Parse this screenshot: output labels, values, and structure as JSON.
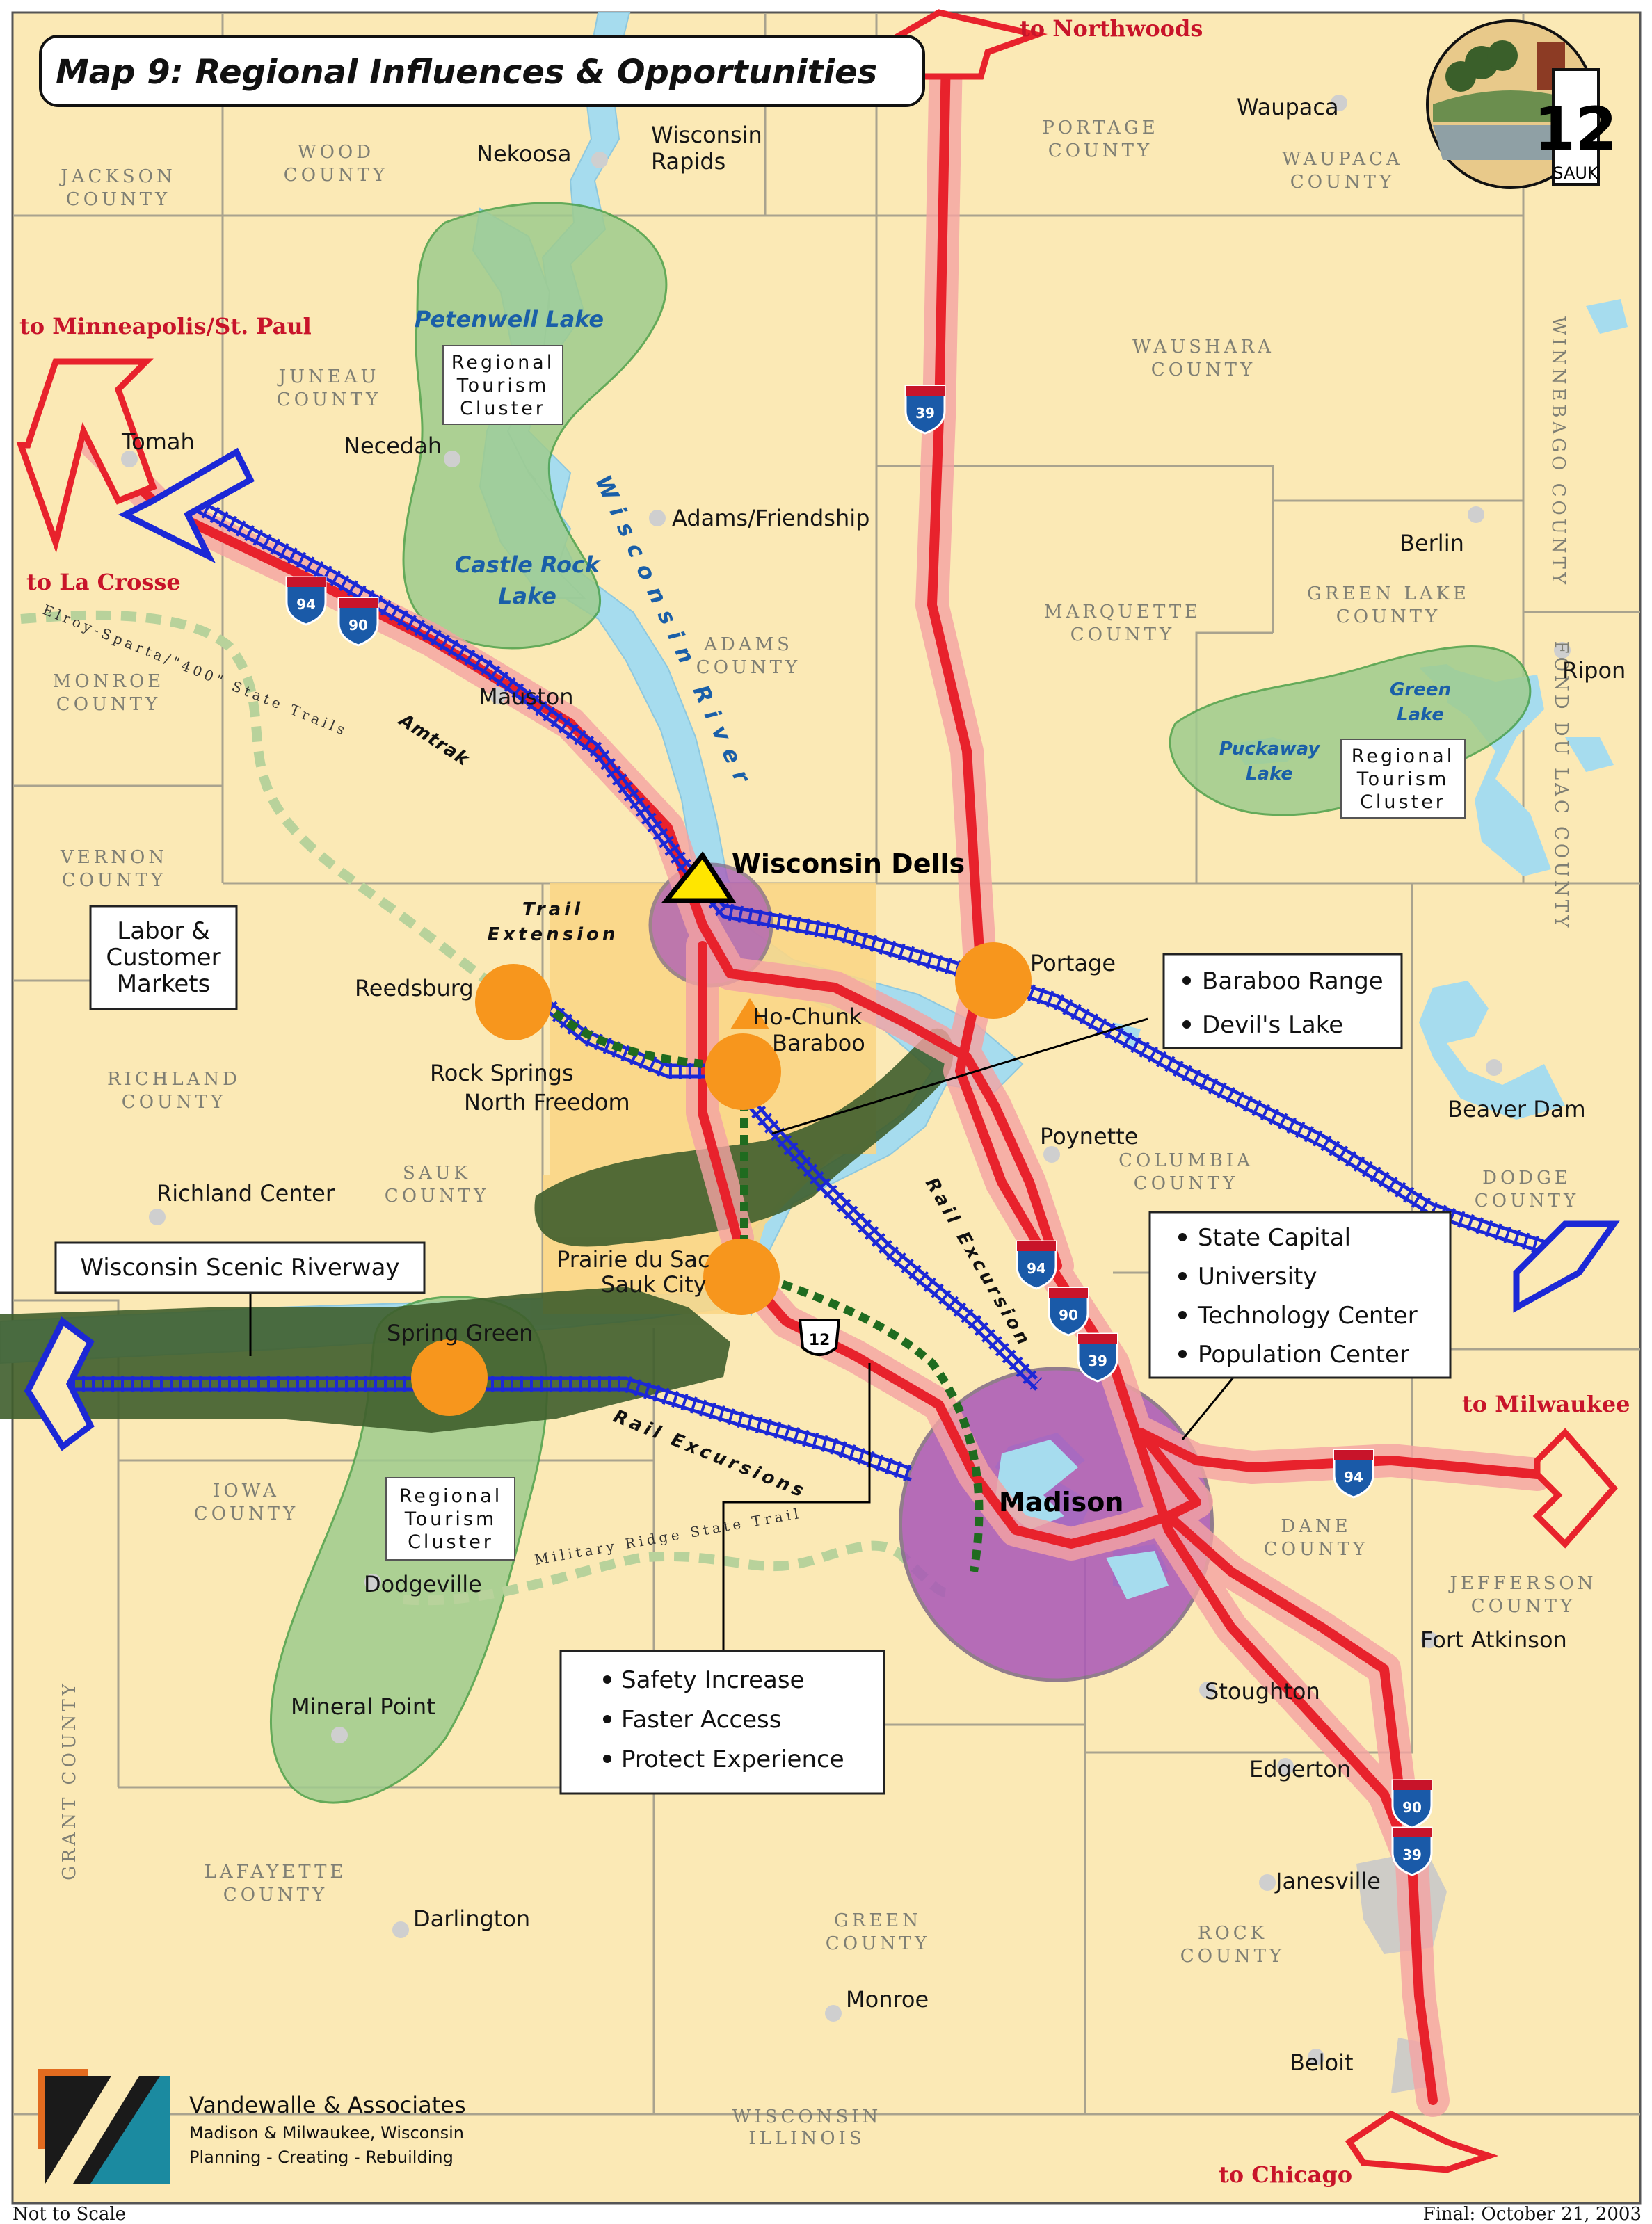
{
  "title": "Map 9: Regional Influences & Opportunities",
  "logo": {
    "number": "12",
    "label": "SAUK"
  },
  "destinations": {
    "northwoods": "to Northwoods",
    "minneapolis": "to Minneapolis/St. Paul",
    "lacrosse": "to La Crosse",
    "milwaukee": "to Milwaukee",
    "chicago": "to Chicago"
  },
  "counties": {
    "jackson": [
      "JACKSON",
      "COUNTY"
    ],
    "wood": [
      "WOOD",
      "COUNTY"
    ],
    "portage": [
      "PORTAGE",
      "COUNTY"
    ],
    "waupaca": [
      "WAUPACA",
      "COUNTY"
    ],
    "juneau": [
      "JUNEAU",
      "COUNTY"
    ],
    "waushara": [
      "WAUSHARA",
      "COUNTY"
    ],
    "winnebago": "WINNEBAGO COUNTY",
    "monroe": [
      "MONROE",
      "COUNTY"
    ],
    "adams": [
      "ADAMS",
      "COUNTY"
    ],
    "marquette": [
      "MARQUETTE",
      "COUNTY"
    ],
    "greenlake": [
      "GREEN LAKE",
      "COUNTY"
    ],
    "fonddulac": "FOND DU LAC COUNTY",
    "vernon": [
      "VERNON",
      "COUNTY"
    ],
    "richland": [
      "RICHLAND",
      "COUNTY"
    ],
    "sauk": [
      "SAUK",
      "COUNTY"
    ],
    "columbia": [
      "COLUMBIA",
      "COUNTY"
    ],
    "dodge": [
      "DODGE",
      "COUNTY"
    ],
    "iowa": [
      "IOWA",
      "COUNTY"
    ],
    "dane": [
      "DANE",
      "COUNTY"
    ],
    "jefferson": [
      "JEFFERSON",
      "COUNTY"
    ],
    "grant": "GRANT COUNTY",
    "lafayette": [
      "LAFAYETTE",
      "COUNTY"
    ],
    "green": [
      "GREEN",
      "COUNTY"
    ],
    "rock": [
      "ROCK",
      "COUNTY"
    ],
    "wisconsin": "WISCONSIN",
    "illinois": "ILLINOIS"
  },
  "cities": {
    "nekoosa": "Nekoosa",
    "wisconsin_rapids": [
      "Wisconsin",
      "Rapids"
    ],
    "waupaca": "Waupaca",
    "tomah": "Tomah",
    "necedah": "Necedah",
    "adams_friendship": "Adams/Friendship",
    "berlin": "Berlin",
    "mauston": "Mauston",
    "ripon": "Ripon",
    "wisconsin_dells": "Wisconsin Dells",
    "portage": "Portage",
    "reedsburg": "Reedsburg",
    "ho_chunk": [
      "Ho-Chunk",
      "Baraboo"
    ],
    "rock_springs": "Rock Springs",
    "north_freedom": "North Freedom",
    "beaver_dam": "Beaver Dam",
    "poynette": "Poynette",
    "richland_center": "Richland Center",
    "prairie_du_sac": "Prairie du Sac",
    "sauk_city": "Sauk City",
    "spring_green": "Spring Green",
    "madison": "Madison",
    "dodgeville": "Dodgeville",
    "fort_atkinson": "Fort Atkinson",
    "stoughton": "Stoughton",
    "mineral_point": "Mineral Point",
    "edgerton": "Edgerton",
    "janesville": "Janesville",
    "darlington": "Darlington",
    "monroe": "Monroe",
    "beloit": "Beloit"
  },
  "water": {
    "petenwell": "Petenwell Lake",
    "castle_rock": [
      "Castle Rock",
      "Lake"
    ],
    "green_lake": [
      "Green",
      "Lake"
    ],
    "puckaway": [
      "Puckaway",
      "Lake"
    ],
    "river": "Wisconsin River"
  },
  "route_labels": {
    "amtrak": "Amtrak",
    "rail_excursion": "Rail Excursion",
    "rail_excursions": "Rail Excursions",
    "trail_extension": [
      "Trail",
      "Extension"
    ],
    "elroy_sparta": "Elroy-Sparta/\"400\" State Trails",
    "military_ridge": "Military Ridge State Trail"
  },
  "shields": {
    "i94": "94",
    "i90": "90",
    "i39": "39",
    "us12": "12"
  },
  "cluster_label": [
    "Regional",
    "Tourism",
    "Cluster"
  ],
  "callouts": {
    "labor": [
      "Labor &",
      "Customer",
      "Markets"
    ],
    "scenic_riverway": "Wisconsin Scenic Riverway",
    "baraboo": [
      "Baraboo Range",
      "Devil's Lake"
    ],
    "madison": [
      "State Capital",
      "University",
      "Technology Center",
      "Population Center"
    ],
    "us12": [
      "Safety Increase",
      "Faster Access",
      "Protect Experience"
    ]
  },
  "firm": {
    "name": "Vandewalle & Associates",
    "line1": "Madison & Milwaukee, Wisconsin",
    "line2": "Planning - Creating - Rebuilding"
  },
  "footer": {
    "scale": "Not to Scale",
    "date": "Final: October 21, 2003"
  },
  "colors": {
    "land": "#fbe9b5",
    "water": "#a6dcee",
    "highway": "#e8222c",
    "highway_glow": "#f5a3a3",
    "rail": "#1c28d6",
    "cluster": "#9fcc8e",
    "node": "#f7961d",
    "hub": "#a957b8",
    "bluff": "#3f5e2c",
    "trail": "#b8d29b"
  }
}
